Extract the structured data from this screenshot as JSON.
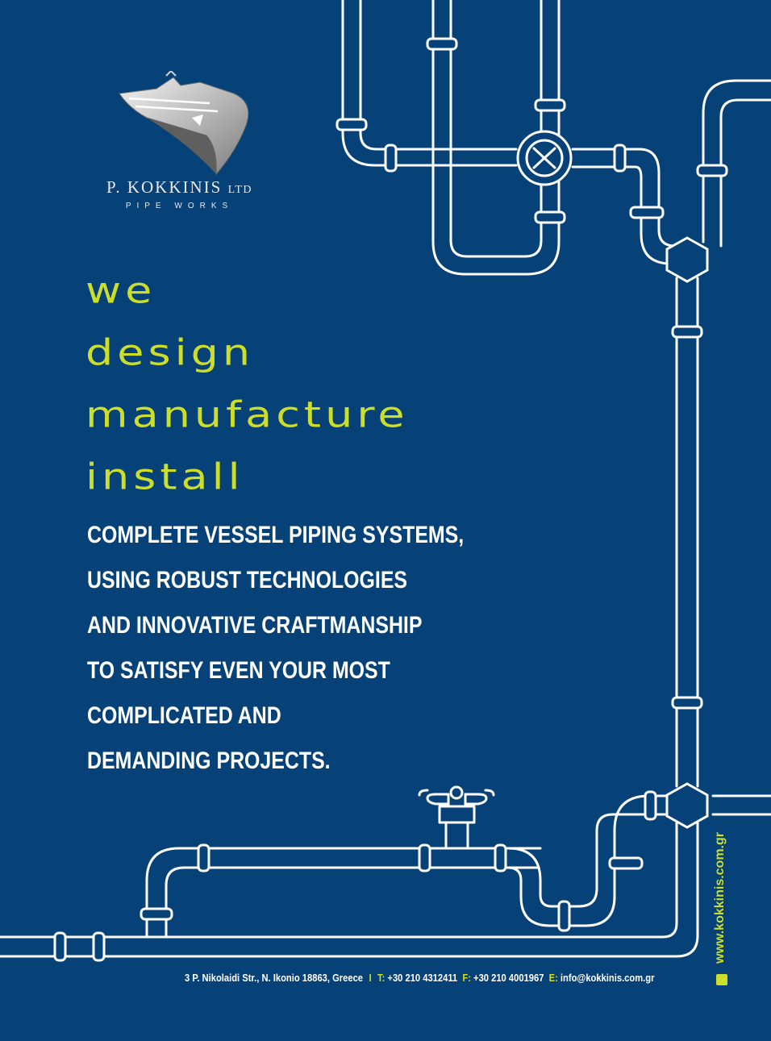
{
  "brand": {
    "name": "P. KOKKINIS",
    "suffix": "LTD",
    "tagline": "PIPE WORKS",
    "logo_icon": "ship-bow-icon"
  },
  "headline": {
    "lines": [
      "WE",
      "DESIGN",
      "MANUFACTURE",
      "INSTALL"
    ]
  },
  "body_copy": {
    "lines": [
      "COMPLETE VESSEL PIPING SYSTEMS,",
      "USING ROBUST TECHNOLOGIES",
      "AND INNOVATIVE CRAFTMANSHIP",
      "TO SATISFY EVEN YOUR MOST",
      "COMPLICATED AND",
      "DEMANDING PROJECTS."
    ]
  },
  "contact": {
    "address": "3 P. Nikolaidi Str., N. Ikonio 18863, Greece",
    "separator": "I",
    "phone_label": "T:",
    "phone": "+30 210 4312411",
    "fax_label": "F:",
    "fax": "+30 210 4001967",
    "email_label": "E:",
    "email": "info@kokkinis.com.gr",
    "website": "www.kokkinis.com.gr"
  },
  "colors": {
    "background": "#064277",
    "accent": "#ccdd2a",
    "text": "#ffffff",
    "pipe": "#ffffff"
  },
  "decoration_icons": [
    "pipe-network-icon",
    "valve-icon",
    "faucet-icon",
    "hex-fitting-icon"
  ]
}
